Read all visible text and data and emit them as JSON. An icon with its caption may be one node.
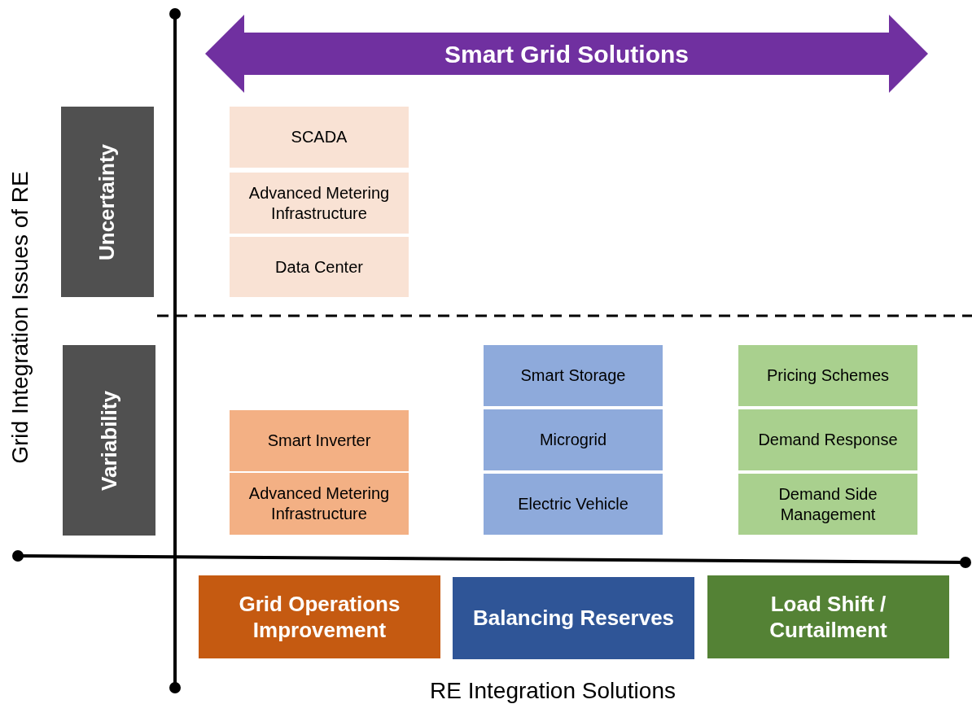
{
  "diagram": {
    "nodes": [
      {
        "text": [
          "Smart Grid Solutions"
        ]
      },
      {
        "text": [
          "Uncertainty"
        ]
      },
      {
        "text": [
          "SCADA"
        ]
      },
      {
        "text": [
          "Advanced Metering Infrastructure"
        ]
      },
      {
        "text": [
          "Data Center"
        ]
      },
      {
        "text": [
          "Variability"
        ]
      },
      {
        "text": [
          "Smart Storage"
        ]
      },
      {
        "text": [
          "Pricing Schemes"
        ]
      },
      {
        "text": [
          "Smart Inverter"
        ]
      },
      {
        "text": [
          "Microgrid"
        ]
      },
      {
        "text": [
          "Demand Response"
        ]
      },
      {
        "text": [
          "Advanced Metering Infrastructure"
        ]
      },
      {
        "text": [
          "Electric Vehicle"
        ]
      },
      {
        "text": [
          "Demand Side Management"
        ]
      },
      {
        "text": [
          "Grid Operations Improvement"
        ]
      },
      {
        "text": [
          "Balancing Reserves"
        ]
      },
      {
        "text": [
          "Load Shift / Curtailment"
        ]
      }
    ],
    "labels": [
      "Grid Integration Issues of RE",
      "RE Integration Solutions"
    ]
  }
}
